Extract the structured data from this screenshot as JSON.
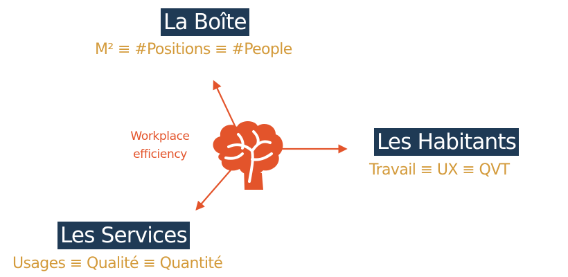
{
  "center": {
    "line1": "Workplace",
    "line2": "efficiency"
  },
  "nodes": {
    "boite": {
      "title": "La Boîte",
      "subtitle": "M² ≡ #Positions ≡ #People"
    },
    "habitants": {
      "title": "Les Habitants",
      "subtitle": "Travail ≡ UX ≡ QVT"
    },
    "services": {
      "title": "Les Services",
      "subtitle": "Usages ≡ Qualité ≡ Quantité"
    }
  },
  "colors": {
    "title_bg": "#1f3a55",
    "title_text": "#ffffff",
    "subtitle_text": "#d39a3a",
    "accent": "#e3542b"
  },
  "icons": {
    "center": "brain-icon"
  }
}
